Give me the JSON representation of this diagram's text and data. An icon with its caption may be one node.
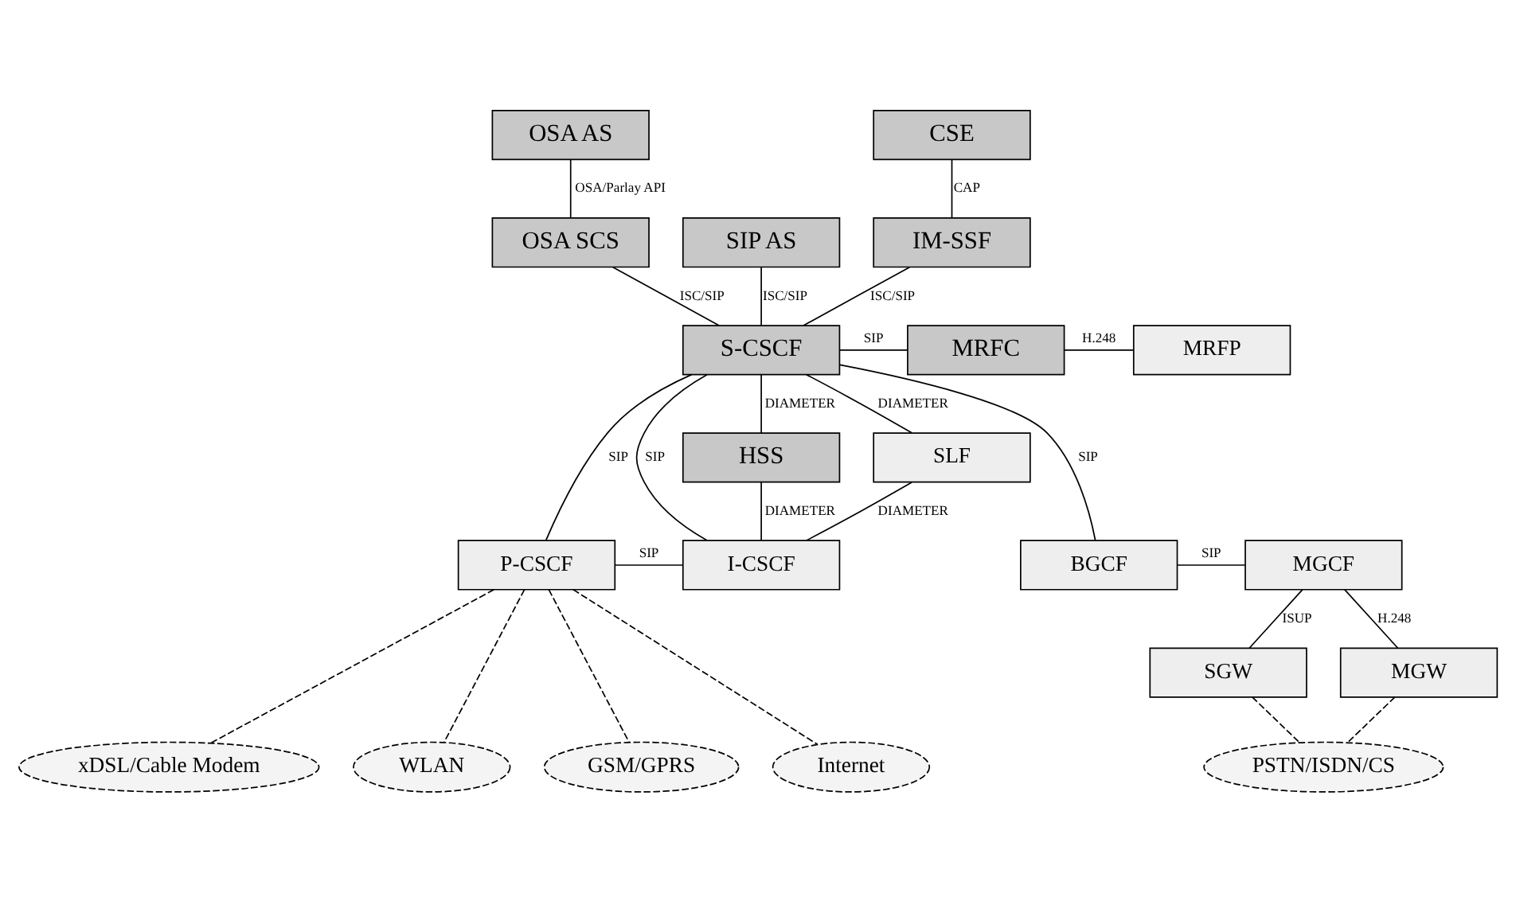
{
  "diagram": {
    "nodes": [
      {
        "text": [
          "OSA AS"
        ]
      },
      {
        "text": [
          "CSE"
        ]
      },
      {
        "text": [
          "SIP AS"
        ]
      },
      {
        "text": [
          "OSA SCS"
        ]
      },
      {
        "text": [
          "IM-SSF"
        ]
      },
      {
        "text": [
          "S-CSCF"
        ]
      },
      {
        "text": [
          "MRFC"
        ]
      },
      {
        "text": [
          "MRFP"
        ]
      },
      {
        "text": [
          "HSS"
        ]
      },
      {
        "text": [
          "SLF"
        ]
      },
      {
        "text": [
          "P-CSCF"
        ]
      },
      {
        "text": [
          "I-CSCF"
        ]
      },
      {
        "text": [
          "BGCF"
        ]
      },
      {
        "text": [
          "MGCF"
        ]
      },
      {
        "text": [
          "SGW"
        ]
      },
      {
        "text": [
          "MGW"
        ]
      },
      {
        "text": [
          "GSM/GPRS"
        ]
      },
      {
        "text": [
          "Internet"
        ]
      },
      {
        "text": [
          "xDSL/Cable Modem"
        ]
      },
      {
        "text": [
          "WLAN"
        ]
      },
      {
        "text": [
          "PSTN/ISDN/CS"
        ]
      }
    ],
    "edges": [
      {
        "from": 0,
        "to": 3,
        "arrow": "none",
        "label": "OSA/Parlay API"
      },
      {
        "from": 1,
        "to": 4,
        "arrow": "none",
        "label": "CAP"
      },
      {
        "from": 2,
        "to": 5,
        "arrow": "none",
        "label": "ISC/SIP"
      },
      {
        "from": 3,
        "to": 5,
        "arrow": "none",
        "label": "ISC/SIP"
      },
      {
        "from": 4,
        "to": 5,
        "arrow": "none",
        "label": "ISC/SIP"
      },
      {
        "from": 5,
        "to": 6,
        "arrow": "none",
        "label": "SIP"
      },
      {
        "from": 6,
        "to": 7,
        "arrow": "none",
        "label": "H.248"
      },
      {
        "from": 5,
        "to": 8,
        "arrow": "none",
        "label": "DIAMETER"
      },
      {
        "from": 5,
        "to": 9,
        "arrow": "none",
        "label": "DIAMETER"
      },
      {
        "from": 5,
        "to": 12,
        "arrow": "none",
        "label": "SIP"
      },
      {
        "from": 5,
        "to": 10,
        "arrow": "none",
        "label": "SIP"
      },
      {
        "from": 5,
        "to": 11,
        "arrow": "none",
        "label": "SIP"
      },
      {
        "from": 8,
        "to": 11,
        "arrow": "none",
        "label": "DIAMETER"
      },
      {
        "from": 9,
        "to": 11,
        "arrow": "none",
        "label": "DIAMETER"
      },
      {
        "from": 10,
        "to": 11,
        "arrow": "none",
        "label": "SIP"
      },
      {
        "from": 12,
        "to": 13,
        "arrow": "none",
        "label": "SIP"
      },
      {
        "from": 13,
        "to": 14,
        "arrow": "none",
        "label": "ISUP"
      },
      {
        "from": 13,
        "to": 15,
        "arrow": "none",
        "label": "H.248"
      },
      {
        "from": 10,
        "to": 16,
        "arrow": "none",
        "style": "dashed"
      },
      {
        "from": 10,
        "to": 17,
        "arrow": "none",
        "style": "dashed"
      },
      {
        "from": 10,
        "to": 18,
        "arrow": "none",
        "style": "dashed"
      },
      {
        "from": 10,
        "to": 19,
        "arrow": "none",
        "style": "dashed"
      },
      {
        "from": 14,
        "to": 20,
        "arrow": "none",
        "style": "dashed"
      },
      {
        "from": 15,
        "to": 20,
        "arrow": "none",
        "style": "dashed"
      }
    ]
  }
}
